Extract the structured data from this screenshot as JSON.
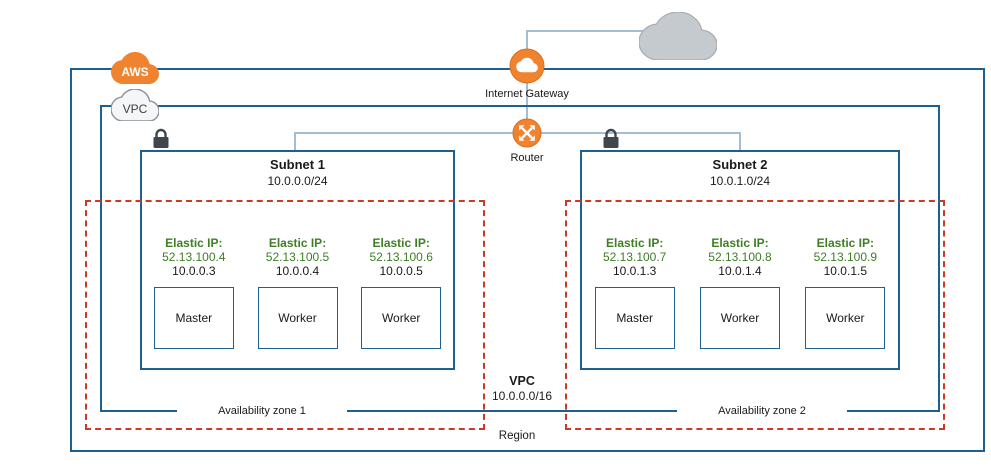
{
  "colors": {
    "blue": "#1f5f8f",
    "lightblue": "#a3bdd4",
    "orange": "#f0832f",
    "orange_dark": "#d96f1e",
    "green": "#3e7e24",
    "red": "#cb3927",
    "gray_cloud": "#c5cacf",
    "lock": "#3f464d"
  },
  "badges": {
    "aws": "AWS",
    "vpc": "VPC"
  },
  "internet_gateway": {
    "label": "Internet Gateway"
  },
  "router": {
    "label": "Router"
  },
  "subnets": [
    {
      "title": "Subnet 1",
      "cidr": "10.0.0.0/24",
      "nodes": [
        {
          "eip_label": "Elastic IP:",
          "eip": "52.13.100.4",
          "private_ip": "10.0.0.3",
          "role": "Master"
        },
        {
          "eip_label": "Elastic IP:",
          "eip": "52.13.100.5",
          "private_ip": "10.0.0.4",
          "role": "Worker"
        },
        {
          "eip_label": "Elastic IP:",
          "eip": "52.13.100.6",
          "private_ip": "10.0.0.5",
          "role": "Worker"
        }
      ]
    },
    {
      "title": "Subnet 2",
      "cidr": "10.0.1.0/24",
      "nodes": [
        {
          "eip_label": "Elastic IP:",
          "eip": "52.13.100.7",
          "private_ip": "10.0.1.3",
          "role": "Master"
        },
        {
          "eip_label": "Elastic IP:",
          "eip": "52.13.100.8",
          "private_ip": "10.0.1.4",
          "role": "Worker"
        },
        {
          "eip_label": "Elastic IP:",
          "eip": "52.13.100.9",
          "private_ip": "10.0.1.5",
          "role": "Worker"
        }
      ]
    }
  ],
  "availability_zones": [
    {
      "label": "Availability zone 1"
    },
    {
      "label": "Availability zone 2"
    }
  ],
  "vpc": {
    "title": "VPC",
    "cidr": "10.0.0.0/16"
  },
  "region": {
    "label": "Region"
  }
}
